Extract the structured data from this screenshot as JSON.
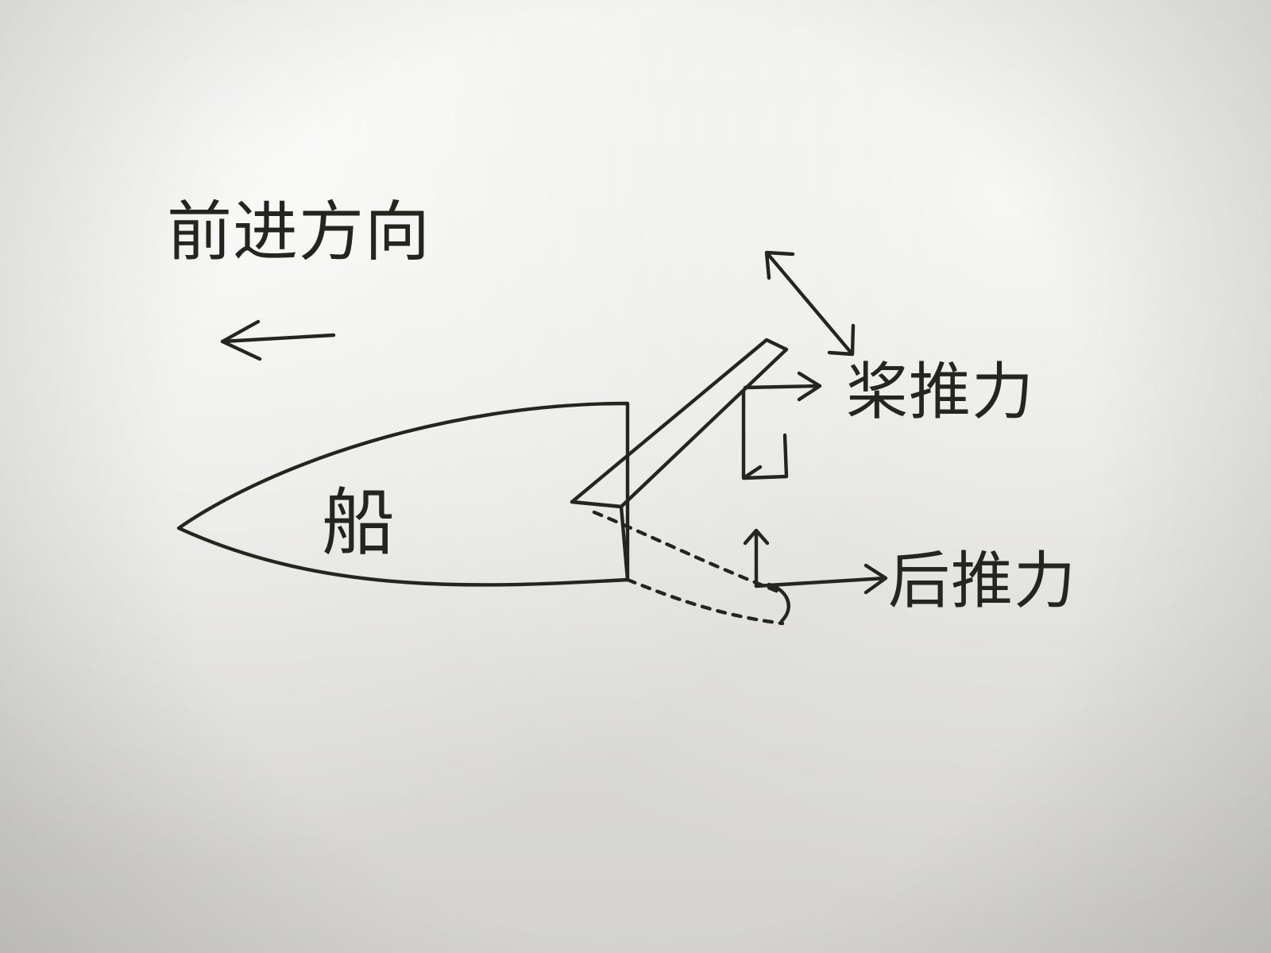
{
  "diagram": {
    "direction_label": "前进方向",
    "boat_label": "船",
    "upper_force_label": "桨推力",
    "lower_force_label": "后推力"
  },
  "icons": {
    "direction_arrow": "left-arrow-icon",
    "paddle_motion_arrow": "double-headed-arrow-icon",
    "force_arrows": "right-arrow-icon"
  },
  "colors": {
    "ink": "#252520",
    "paper": "#e2e2dd"
  }
}
